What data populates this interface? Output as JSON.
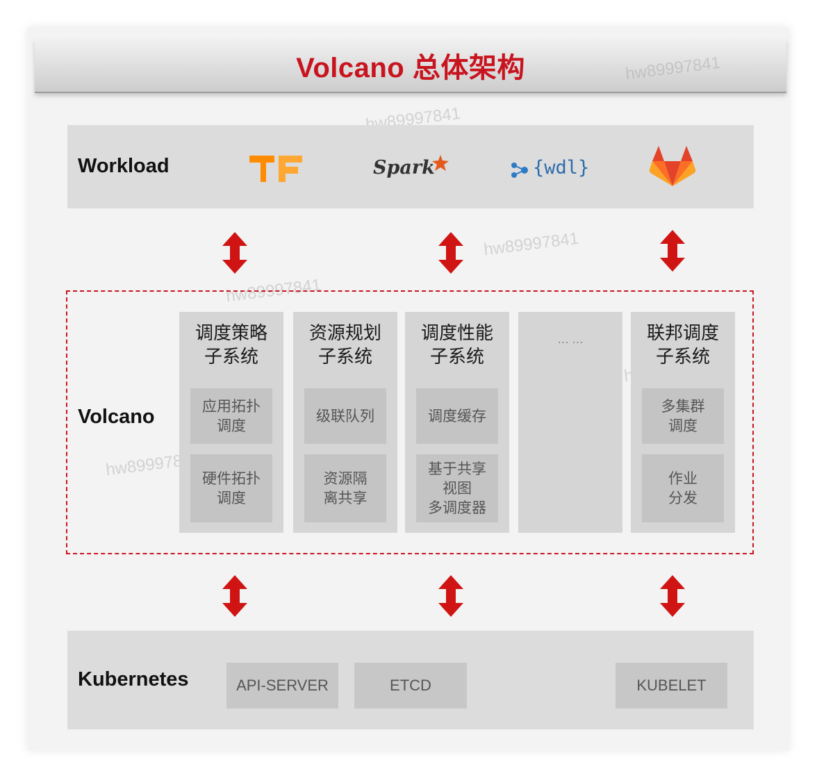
{
  "title": "Volcano 总体架构",
  "workload": {
    "label": "Workload",
    "logos": [
      {
        "icon": "tensorflow-logo",
        "color": "#ff8c00"
      },
      {
        "icon": "spark-logo",
        "text": "Spark",
        "color": "#e25a1c"
      },
      {
        "icon": "wdl-logo",
        "text": "{wdl}",
        "color": "#2d7bc4"
      },
      {
        "icon": "gitlab-logo",
        "color": "#fc6d26"
      }
    ]
  },
  "volcano": {
    "label": "Volcano",
    "subsystems": [
      {
        "title": "调度策略\n子系统",
        "modules": [
          "应用拓扑\n调度",
          "硬件拓扑\n调度"
        ]
      },
      {
        "title": "资源规划\n子系统",
        "modules": [
          "级联队列",
          "资源隔\n离共享"
        ]
      },
      {
        "title": "调度性能\n子系统",
        "modules": [
          "调度缓存",
          "基于共享\n视图\n多调度器"
        ]
      },
      {
        "title": "",
        "placeholder": "… …",
        "modules": []
      },
      {
        "title": "联邦调度\n子系统",
        "modules": [
          "多集群\n调度",
          "作业\n分发"
        ]
      }
    ]
  },
  "kubernetes": {
    "label": "Kubernetes",
    "components": [
      "API-SERVER",
      "ETCD",
      "KUBELET"
    ]
  },
  "watermark": "hw89997841",
  "colors": {
    "accent": "#c8141e",
    "arrow": "#d01414"
  }
}
